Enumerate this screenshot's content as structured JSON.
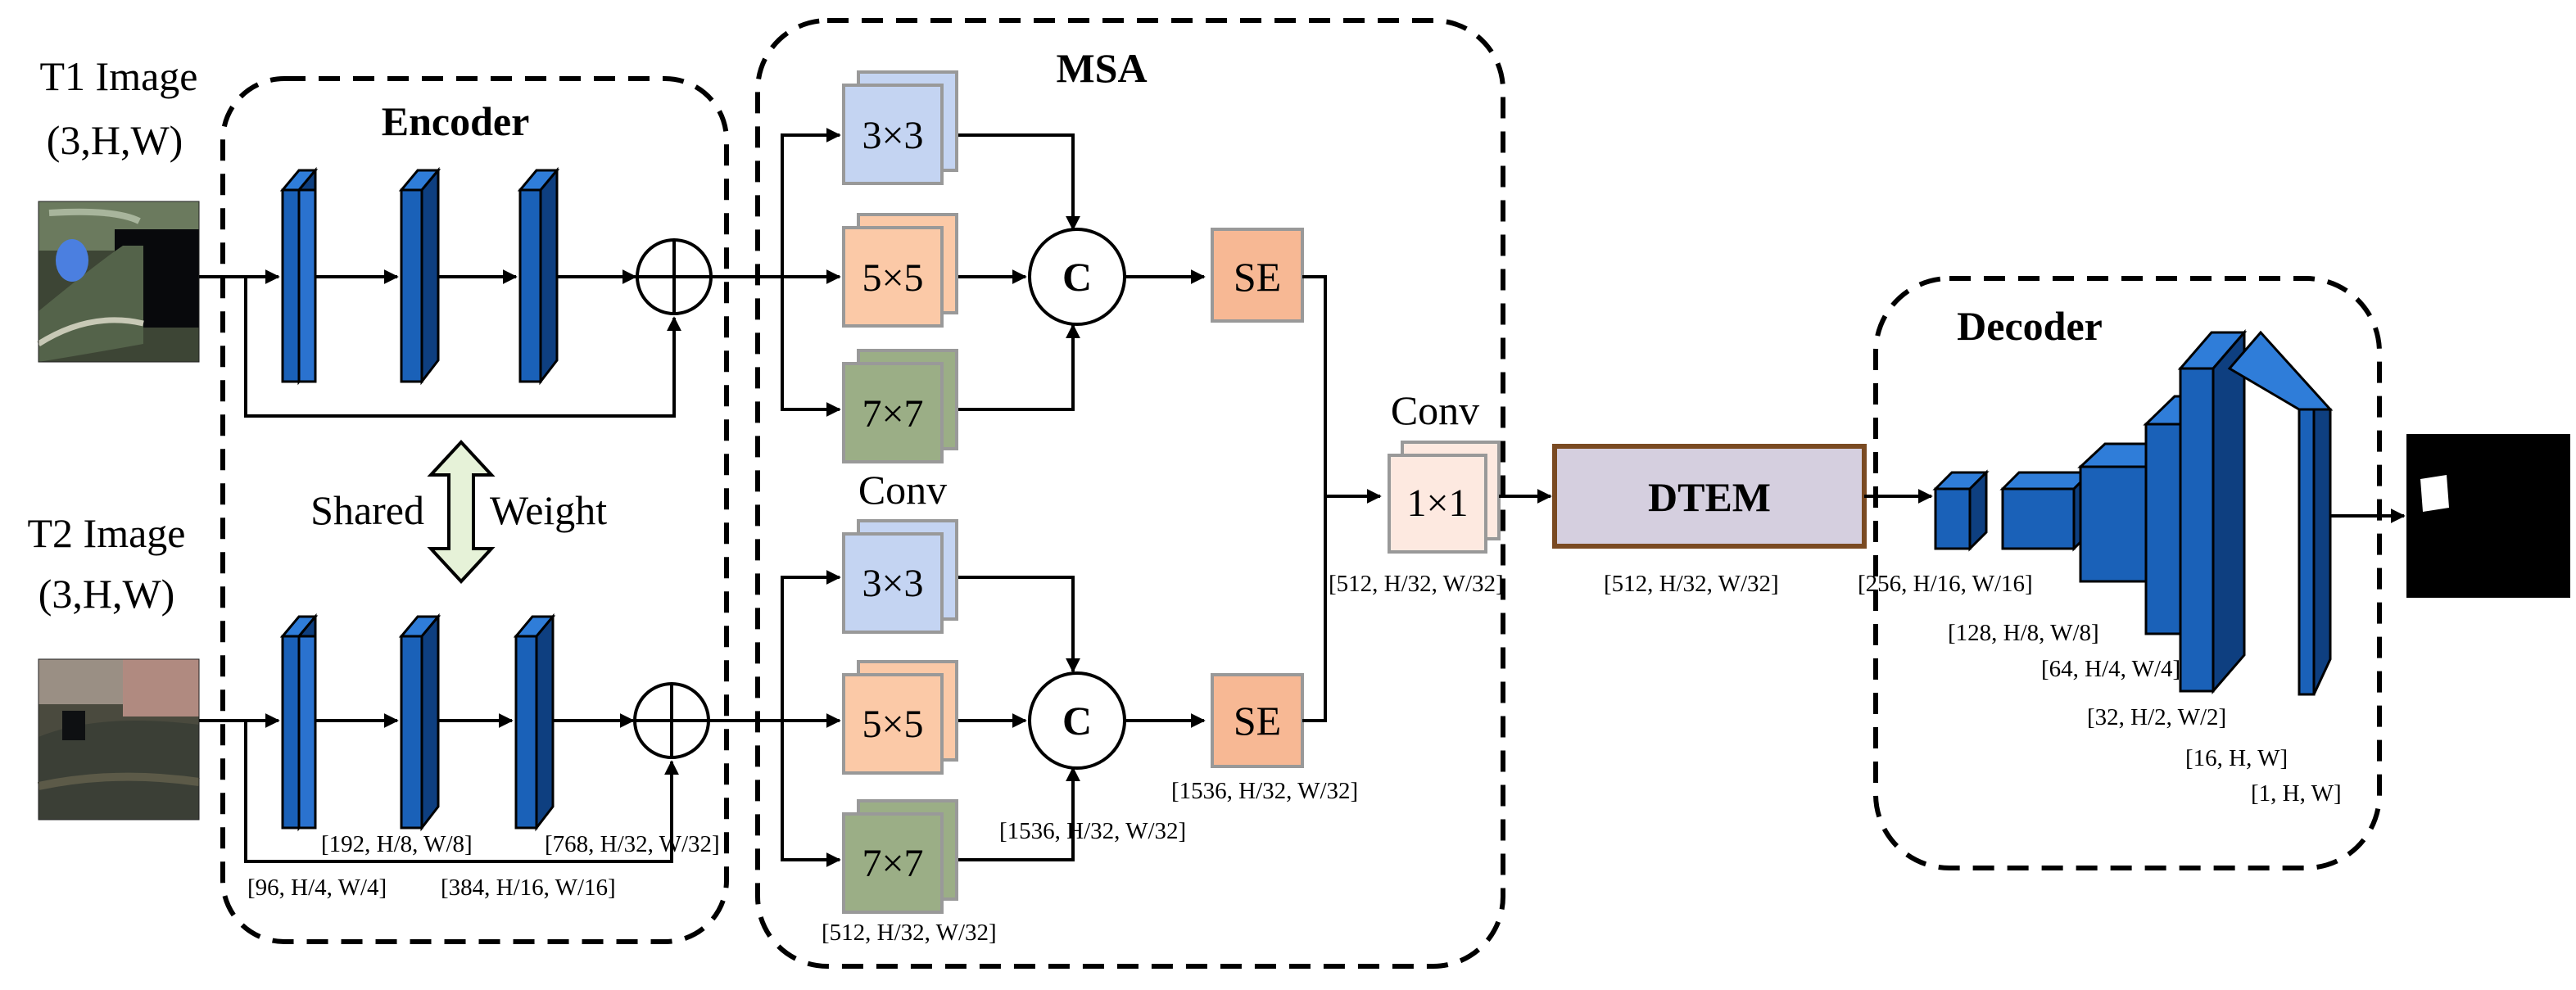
{
  "inputs": {
    "t1": {
      "title": "T1 Image",
      "shape": "(3,H,W)"
    },
    "t2": {
      "title": "T2 Image",
      "shape": "(3,H,W)"
    }
  },
  "encoder": {
    "title": "Encoder",
    "shared_left": "Shared",
    "shared_right": "Weight",
    "dims": [
      "[96, H/4, W/4]",
      "[192, H/8, W/8]",
      "[384, H/16, W/16]",
      "[768, H/32, W/32]"
    ]
  },
  "msa": {
    "title": "MSA",
    "conv_label": "Conv",
    "kernels": [
      "3×3",
      "5×5",
      "7×7"
    ],
    "concat": "C",
    "se": "SE",
    "dims_bottom": [
      "[512, H/32, W/32]",
      "[1536, H/32, W/32]",
      "[1536, H/32, W/32]"
    ]
  },
  "fusion": {
    "conv_label": "Conv",
    "kernel": "1×1",
    "dim": "[512, H/32, W/32]"
  },
  "dtem": {
    "label": "DTEM",
    "dim": "[512, H/32, W/32]"
  },
  "decoder": {
    "title": "Decoder",
    "dims": [
      "[256, H/16, W/16]",
      "[128, H/8, W/8]",
      "[64, H/4, W/4]",
      "[32, H/2, W/2]",
      "[16, H, W]",
      "[1, H, W]"
    ]
  },
  "colors": {
    "conv_block": "#1a61b8",
    "k3": "#c4d4f2",
    "k5": "#fbc9a7",
    "k7": "#9bae86",
    "se": "#f7b894",
    "dtem_fill": "#d5cfdf",
    "dtem_border": "#7a4a22"
  }
}
